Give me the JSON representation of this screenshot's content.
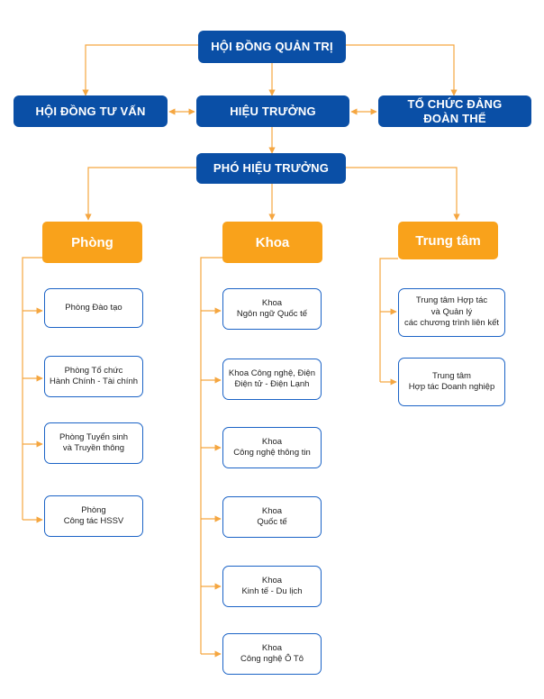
{
  "top": {
    "board": "HỘI ĐỒNG QUẢN TRỊ",
    "advisory": "HỘI ĐỒNG TƯ VẤN",
    "rector": "HIỆU TRƯỞNG",
    "party": "TỔ CHỨC ĐẢNG\nĐOÀN THỂ",
    "vice_rector": "PHÓ HIỆU TRƯỞNG"
  },
  "groups": {
    "phong": {
      "title": "Phòng",
      "items": [
        "Phòng Đào tạo",
        "Phòng Tổ chức\nHành Chính - Tài chính",
        "Phòng Tuyển sinh\nvà Truyền thông",
        "Phòng\nCông tác HSSV"
      ]
    },
    "khoa": {
      "title": "Khoa",
      "items": [
        "Khoa\nNgôn ngữ Quốc tế",
        "Khoa Công nghệ, Điện\nĐiện tử - Điện Lạnh",
        "Khoa\nCông nghệ thông tin",
        "Khoa\nQuốc tế",
        "Khoa\nKinh tế - Du lịch",
        "Khoa\nCông nghệ Ô Tô"
      ]
    },
    "trungtam": {
      "title": "Trung tâm",
      "items": [
        "Trung tâm Hợp tác\nvà Quản lý\ncác chương trình liên kết",
        "Trung tâm\nHợp tác Doanh nghiệp"
      ]
    }
  },
  "colors": {
    "primary_blue": "#0a4fa6",
    "accent_orange": "#f9a21b",
    "card_border": "#1b63c6",
    "connector": "#f5a640"
  }
}
